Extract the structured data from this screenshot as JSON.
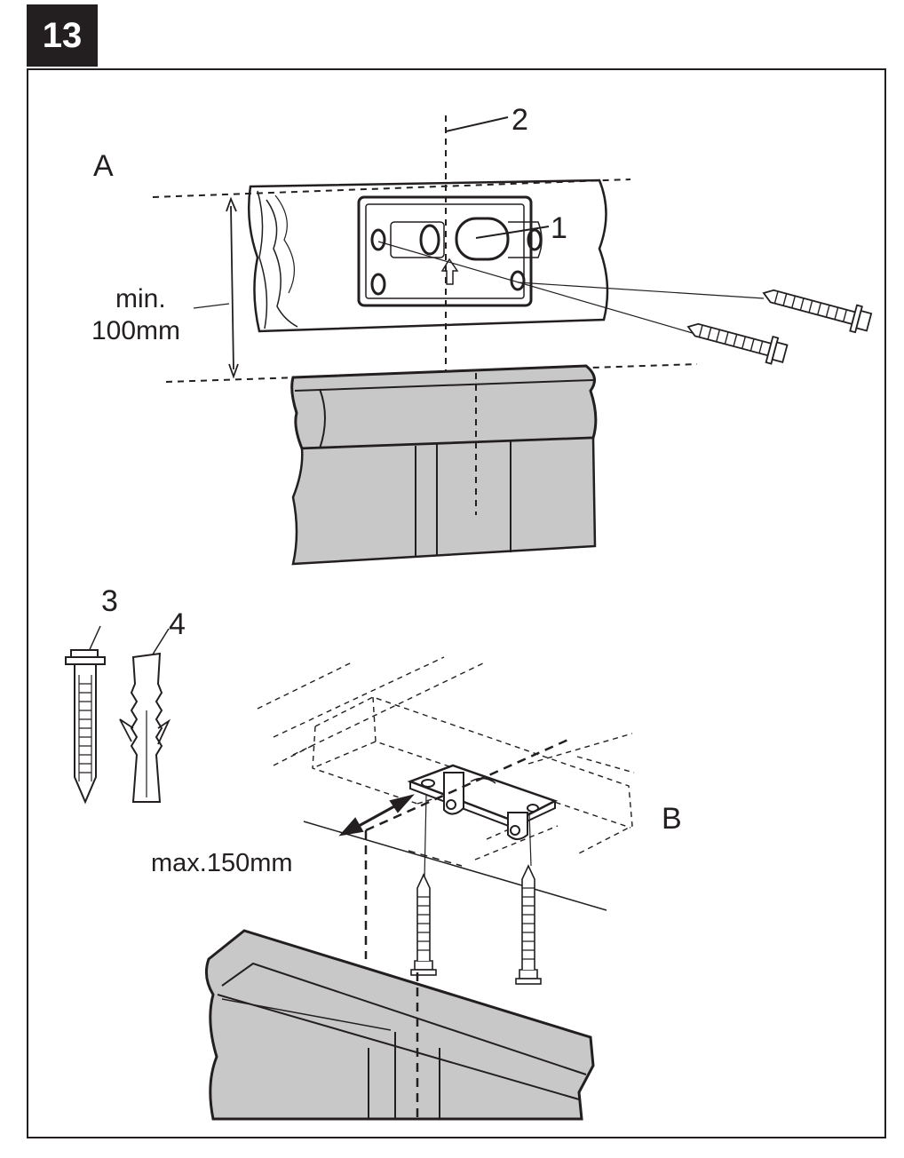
{
  "step": {
    "number": "13"
  },
  "views": {
    "a": {
      "label": "A",
      "min_text_1": "min.",
      "min_text_2": "100mm"
    },
    "b": {
      "label": "B",
      "max_text": "max.150mm"
    }
  },
  "callouts": {
    "c1": "1",
    "c2": "2",
    "c3": "3",
    "c4": "4"
  },
  "colors": {
    "ink": "#231f20",
    "wall_grey": "#c8c8c8",
    "paper": "#ffffff"
  }
}
